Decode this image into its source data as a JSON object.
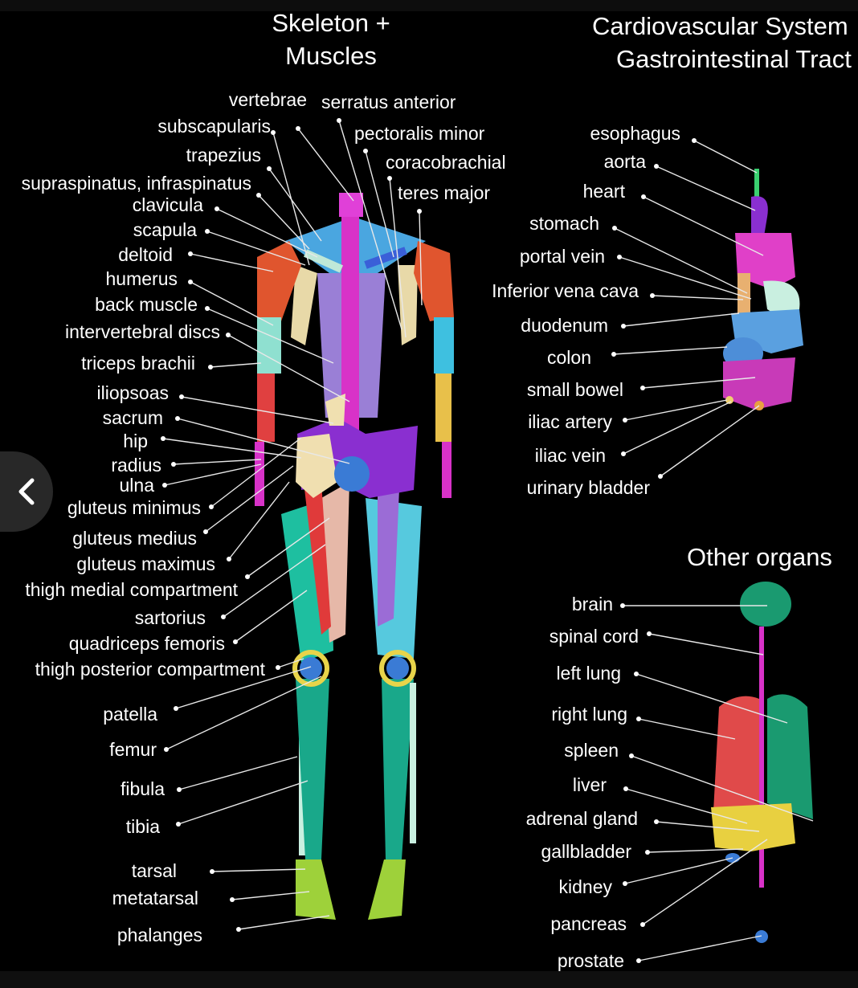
{
  "titles": {
    "skeleton_line1": "Skeleton +",
    "skeleton_line2": "Muscles",
    "cardio_line1": "Cardiovascular System",
    "cardio_line2": "Gastrointestinal Tract",
    "other": "Other organs"
  },
  "skeleton_labels": [
    "vertebrae",
    "serratus anterior",
    "subscapularis",
    "pectoralis minor",
    "trapezius",
    "coracobrachial",
    "supraspinatus, infraspinatus",
    "teres major",
    "clavicula",
    "scapula",
    "deltoid",
    "humerus",
    "back muscle",
    "intervertebral discs",
    "triceps brachii",
    "iliopsoas",
    "sacrum",
    "hip",
    "radius",
    "ulna",
    "gluteus minimus",
    "gluteus medius",
    "gluteus maximus",
    "thigh medial compartment",
    "sartorius",
    "quadriceps femoris",
    "thigh posterior compartment",
    "patella",
    "femur",
    "fibula",
    "tibia",
    "tarsal",
    "metatarsal",
    "phalanges"
  ],
  "gi_labels": [
    "esophagus",
    "aorta",
    "heart",
    "stomach",
    "portal vein",
    "Inferior vena cava",
    "duodenum",
    "colon",
    "small bowel",
    "iliac artery",
    "iliac vein",
    "urinary bladder"
  ],
  "organ_labels": [
    "brain",
    "spinal cord",
    "left lung",
    "right lung",
    "spleen",
    "liver",
    "adrenal gland",
    "gallbladder",
    "kidney",
    "pancreas",
    "prostate"
  ],
  "nav": {
    "back_icon": "chevron-left-icon"
  }
}
